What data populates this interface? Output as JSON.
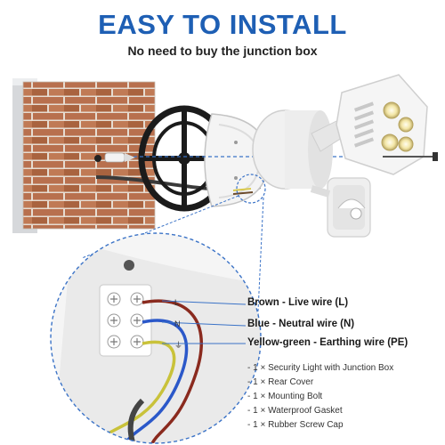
{
  "header": {
    "title": "EASY TO INSTALL",
    "subtitle": "No need to buy the junction box"
  },
  "wires": [
    {
      "label": "Brown - Live wire (L)",
      "color": "#8a2a1e"
    },
    {
      "label": "Blue - Neutral wire (N)",
      "color": "#2b58c9"
    },
    {
      "label": "Yellow-green - Earthing wire (PE)",
      "color": "#c9c23a"
    }
  ],
  "terminal_marks": [
    "L",
    "N",
    "⏚"
  ],
  "package_contents": [
    "- 1 × Security Light with Junction Box",
    "- 1 × Rear Cover",
    "- 1 × Mounting Bolt",
    "- 1 × Waterproof Gasket",
    "- 1 × Rubber Screw Cap"
  ],
  "colors": {
    "title": "#1e5fb4",
    "brick": "#b8704e",
    "mortar": "#e8ddd2",
    "callout_line": "#3b73c7"
  }
}
